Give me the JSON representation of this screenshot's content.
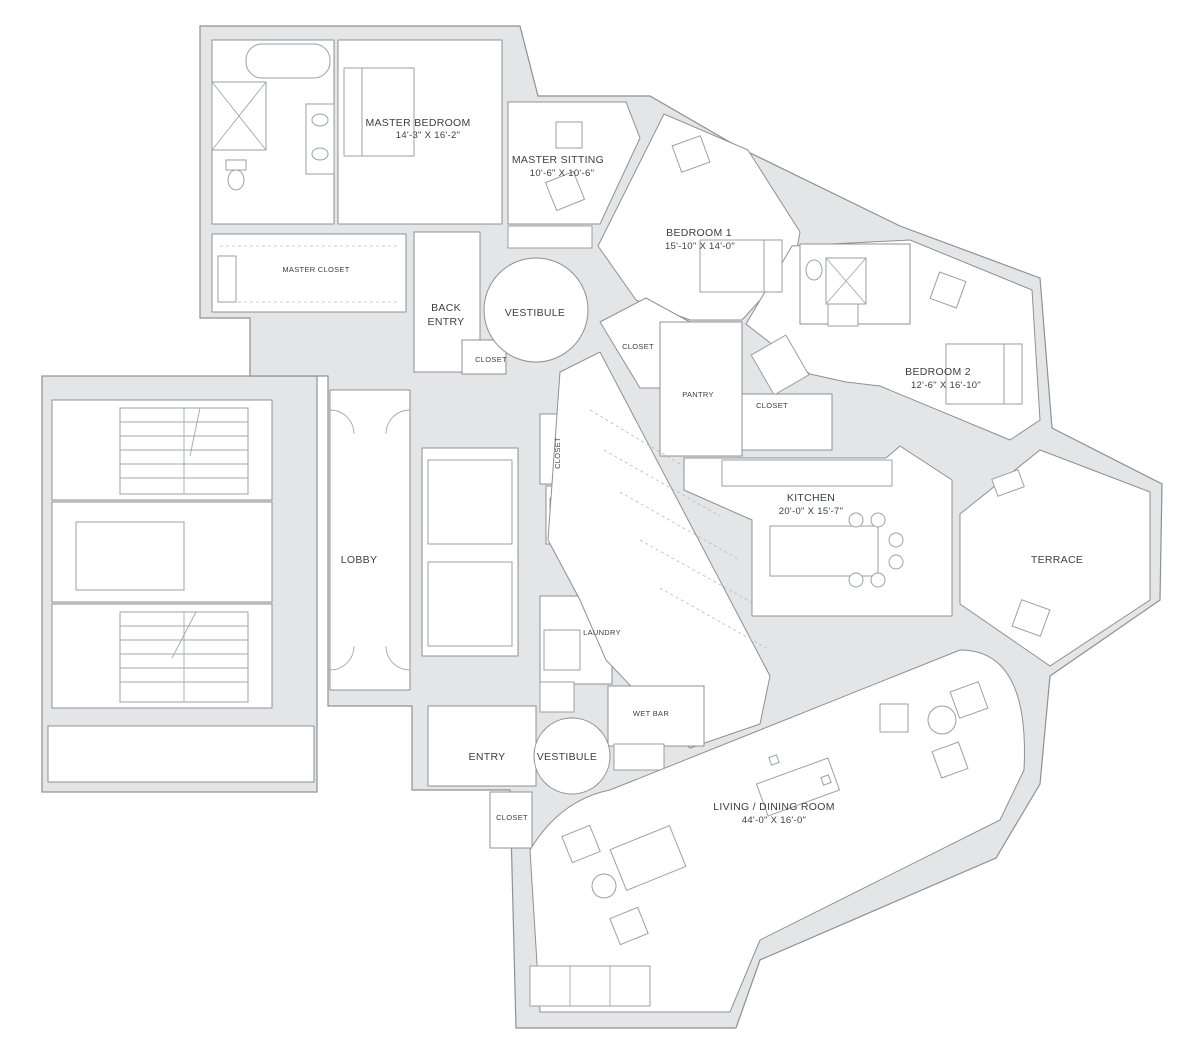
{
  "rooms": {
    "master_bedroom": {
      "name": "MASTER BEDROOM",
      "dims": "14'-3\" X 16'-2\""
    },
    "master_sitting": {
      "name": "MASTER SITTING",
      "dims": "10'-6\" X 10'-6\""
    },
    "master_closet": {
      "name": "MASTER CLOSET"
    },
    "back_entry": {
      "name_line1": "BACK",
      "name_line2": "ENTRY"
    },
    "vestibule_top": {
      "name": "VESTIBULE"
    },
    "closet_back": {
      "name": "CLOSET"
    },
    "bedroom1": {
      "name": "BEDROOM 1",
      "dims": "15'-10\" X 14'-0\""
    },
    "bedroom2": {
      "name": "BEDROOM  2",
      "dims": "12'-6\" X 16'-10\""
    },
    "closet_bed1": {
      "name": "CLOSET"
    },
    "pantry": {
      "name": "PANTRY"
    },
    "closet_bed2": {
      "name": "CLOSET"
    },
    "closet_hall": {
      "name": "CLOSET"
    },
    "kitchen": {
      "name": "KITCHEN",
      "dims": "20'-0\" X 15'-7\""
    },
    "terrace": {
      "name": "TERRACE"
    },
    "lobby": {
      "name": "LOBBY"
    },
    "laundry": {
      "name": "LAUNDRY"
    },
    "wet_bar": {
      "name": "WET BAR"
    },
    "entry": {
      "name": "ENTRY"
    },
    "vestibule_bottom": {
      "name": "VESTIBULE"
    },
    "closet_entry": {
      "name": "CLOSET"
    },
    "living_dining": {
      "name": "LIVING / DINING ROOM",
      "dims": "44'-0\" X 16'-0\""
    }
  }
}
